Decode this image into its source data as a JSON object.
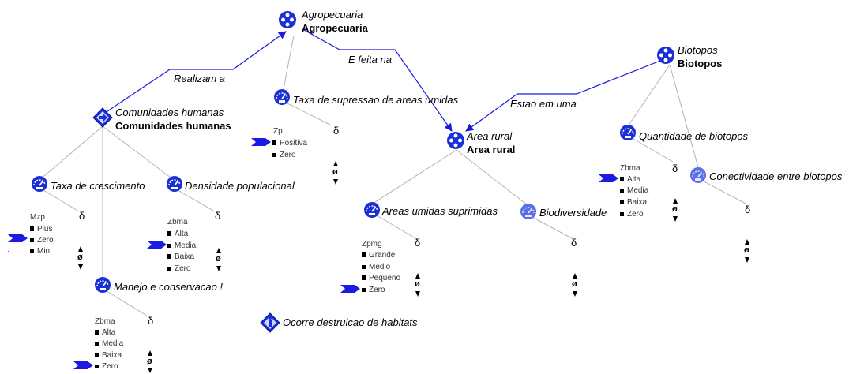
{
  "entities": {
    "agro": {
      "name": "Agropecuaria",
      "title": "Agropecuaria"
    },
    "bio": {
      "name": "Biotopos",
      "title": "Biotopos"
    },
    "area": {
      "name": "Area rural",
      "title": "Area rural"
    },
    "com": {
      "name": "Comunidades humanas",
      "title": "Comunidades humanas"
    }
  },
  "relations": {
    "r1": "Realizam a",
    "r2": "E feita na",
    "r3": "Estao em uma"
  },
  "quantities": {
    "supressao": {
      "name": "Taxa de supressao de areas umidas",
      "space": "Zp",
      "values": [
        "Positiva",
        "Zero"
      ],
      "delta": "δ",
      "phi": "ø"
    },
    "crescimento": {
      "name": "Taxa de crescimento",
      "space": "Mzp",
      "values": [
        "Plus",
        "Zero",
        "Min"
      ],
      "delta": "δ",
      "phi": "ø"
    },
    "densidade": {
      "name": "Densidade populacional",
      "space": "Zbma",
      "values": [
        "Alta",
        "Media",
        "Baixa",
        "Zero"
      ],
      "delta": "δ",
      "phi": "ø"
    },
    "manejo": {
      "name": "Manejo e conservacao !",
      "space": "Zbma",
      "values": [
        "Alta",
        "Media",
        "Baixa",
        "Zero"
      ],
      "delta": "δ",
      "phi": "ø"
    },
    "umidas": {
      "name": "Areas umidas suprimidas",
      "space": "Zpmg",
      "values": [
        "Grande",
        "Medio",
        "Pequeno",
        "Zero"
      ],
      "delta": "δ",
      "phi": "ø"
    },
    "biodiv": {
      "name": "Biodiversidade",
      "delta": "δ",
      "phi": "ø"
    },
    "quantidade": {
      "name": "Quantidade de biotopos",
      "space": "Zbma",
      "values": [
        "Alta",
        "Media",
        "Baixa",
        "Zero"
      ],
      "delta": "δ",
      "phi": "ø"
    },
    "conectividade": {
      "name": "Conectividade entre biotopos",
      "delta": "δ",
      "phi": "ø"
    }
  },
  "agent": {
    "name": "Ocorre destruicao de habitats"
  },
  "colors": {
    "relation": "#1a1adb",
    "structure": "#b4b4b4",
    "icon": "#1a2fd6",
    "marker": "#1a1ae0"
  },
  "icons": {
    "entity": "entity-icon",
    "quantity": "quantity-gauge-icon",
    "agent": "agent-icon",
    "assumption": "assumption-diamond-icon"
  }
}
